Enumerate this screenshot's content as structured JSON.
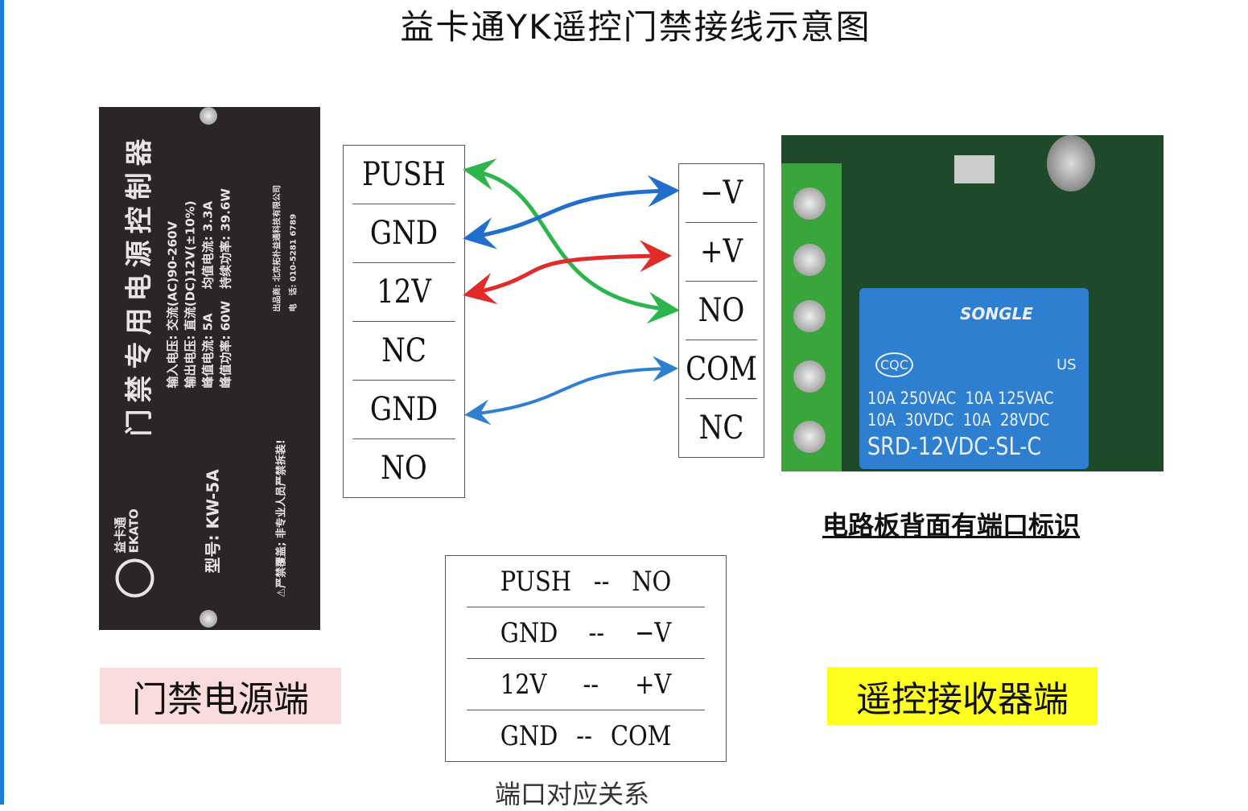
{
  "title": "益卡通YK遥控门禁接线示意图",
  "power_terminals": [
    "PUSH",
    "GND",
    "12V",
    "NC",
    "GND",
    "NO"
  ],
  "receiver_terminals": [
    "−V",
    "+V",
    "NO",
    "COM",
    "NC"
  ],
  "wires": [
    {
      "from": "PUSH",
      "to": "NO",
      "color": "#2db54b"
    },
    {
      "from": "GND",
      "to": "−V",
      "color": "#1f6fcb"
    },
    {
      "from": "12V",
      "to": "+V",
      "color": "#e12a2a"
    },
    {
      "from": "GND",
      "to": "COM",
      "color": "#2f7fd0"
    }
  ],
  "plate": {
    "name": "门禁专用电源控制器",
    "specs": [
      "输入电压: 交流(AC)90-260V",
      "输出电压: 直流(DC)12V(±10%)",
      "峰值电流: 5A　　均值电流: 3.3A",
      "峰值功率: 60W　持续功率: 39.6W"
    ],
    "brand_cn": "益卡通",
    "brand_en": "EKATO",
    "model": "型号: KW-5A",
    "warning": "⚠严禁覆盖; 非专业人员严禁拆装!",
    "maker": "出品商: 北京拓朴益通科技有限公司",
    "phone": "电　话: 010-5281 6789"
  },
  "relay": {
    "brand": "SONGLE",
    "cert": "CQC",
    "us": "US",
    "line1": "10A 250VAC  10A 125VAC",
    "line2": "10A  30VDC  10A  28VDC",
    "model": "SRD-12VDC-SL-C"
  },
  "board_note": "电路板背面有端口标识",
  "label_power": "门禁电源端",
  "label_receiver": "遥控接收器端",
  "mapping": [
    [
      "PUSH",
      "--",
      "NO"
    ],
    [
      "GND",
      "--",
      "−V"
    ],
    [
      "12V",
      "--",
      "+V"
    ],
    [
      "GND",
      "--",
      "COM"
    ]
  ],
  "mapping_caption": "端口对应关系"
}
